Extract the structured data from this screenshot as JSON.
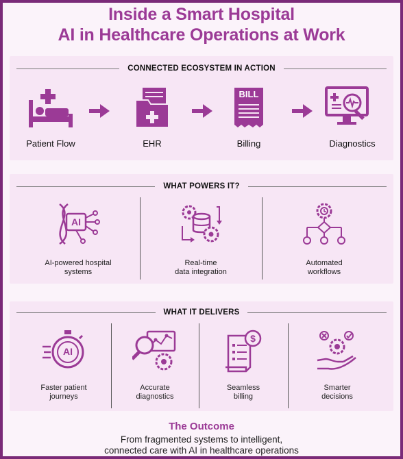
{
  "header": {
    "title_line1": "Inside a Smart Hospital",
    "title_line2": "AI in Healthcare Operations at Work"
  },
  "ecosystem": {
    "heading": "CONNECTED ECOSYSTEM IN ACTION",
    "steps": [
      {
        "label": "Patient Flow",
        "icon": "patient-bed-icon"
      },
      {
        "label": "EHR",
        "icon": "medical-folder-icon"
      },
      {
        "label": "Billing",
        "icon": "bill-receipt-icon",
        "icon_text": "BILL"
      },
      {
        "label": "Diagnostics",
        "icon": "diagnostic-monitor-icon"
      }
    ]
  },
  "powers": {
    "heading": "WHAT POWERS IT?",
    "items": [
      {
        "label_line1": "AI-powered hospital",
        "label_line2": "systems",
        "icon": "ai-dna-circuit-icon",
        "icon_text": "AI"
      },
      {
        "label_line1": "Real-time",
        "label_line2": "data integration",
        "icon": "database-gears-icon"
      },
      {
        "label_line1": "Automated",
        "label_line2": "workflows",
        "icon": "workflow-gear-icon"
      }
    ]
  },
  "delivers": {
    "heading": "WHAT IT DELIVERS",
    "items": [
      {
        "label_line1": "Faster patient",
        "label_line2": "journeys",
        "icon": "ai-stopwatch-icon",
        "icon_text": "AI"
      },
      {
        "label_line1": "Accurate",
        "label_line2": "diagnostics",
        "icon": "chart-magnifier-icon"
      },
      {
        "label_line1": "Seamless",
        "label_line2": "billing",
        "icon": "invoice-dollar-icon"
      },
      {
        "label_line1": "Smarter",
        "label_line2": "decisions",
        "icon": "hand-gear-icon"
      }
    ]
  },
  "outcome": {
    "title": "The Outcome",
    "line1": "From fragmented systems to intelligent,",
    "line2": "connected care with AI in healthcare operations"
  },
  "colors": {
    "primary": "#9b3a96",
    "border": "#7a2a78",
    "panel": "#f7e6f5"
  }
}
